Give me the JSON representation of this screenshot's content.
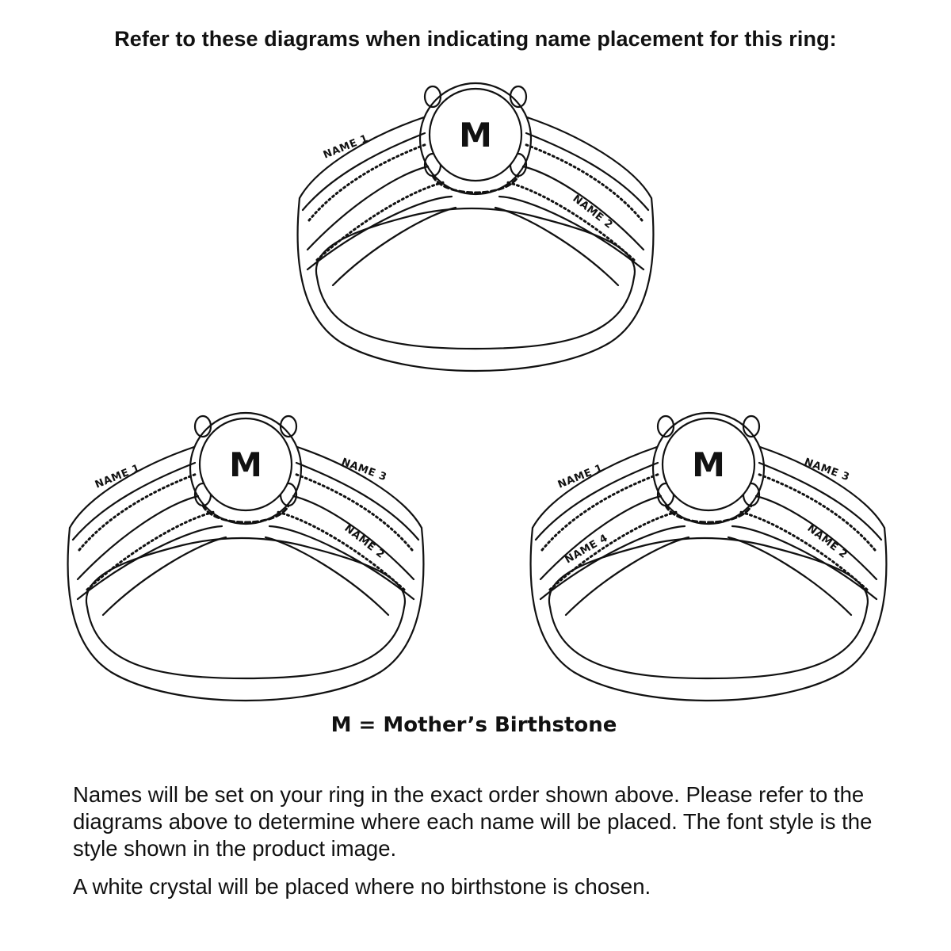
{
  "heading": "Refer to these diagrams when indicating name placement for this ring:",
  "rings": [
    {
      "stone_label": "M",
      "names": [
        "NAME 1",
        "NAME 2"
      ]
    },
    {
      "stone_label": "M",
      "names": [
        "NAME 1",
        "NAME 3",
        "NAME 2"
      ]
    },
    {
      "stone_label": "M",
      "names": [
        "NAME 1",
        "NAME 3",
        "NAME 4",
        "NAME 2"
      ]
    }
  ],
  "legend": "M = Mother’s Birthstone",
  "paragraphs": [
    "Names will be set on your ring in the exact order shown above. Please refer to the diagrams above to determine where each name will be placed. The font style is the style shown in the product image.",
    "A white crystal will be placed where no birthstone is chosen."
  ]
}
